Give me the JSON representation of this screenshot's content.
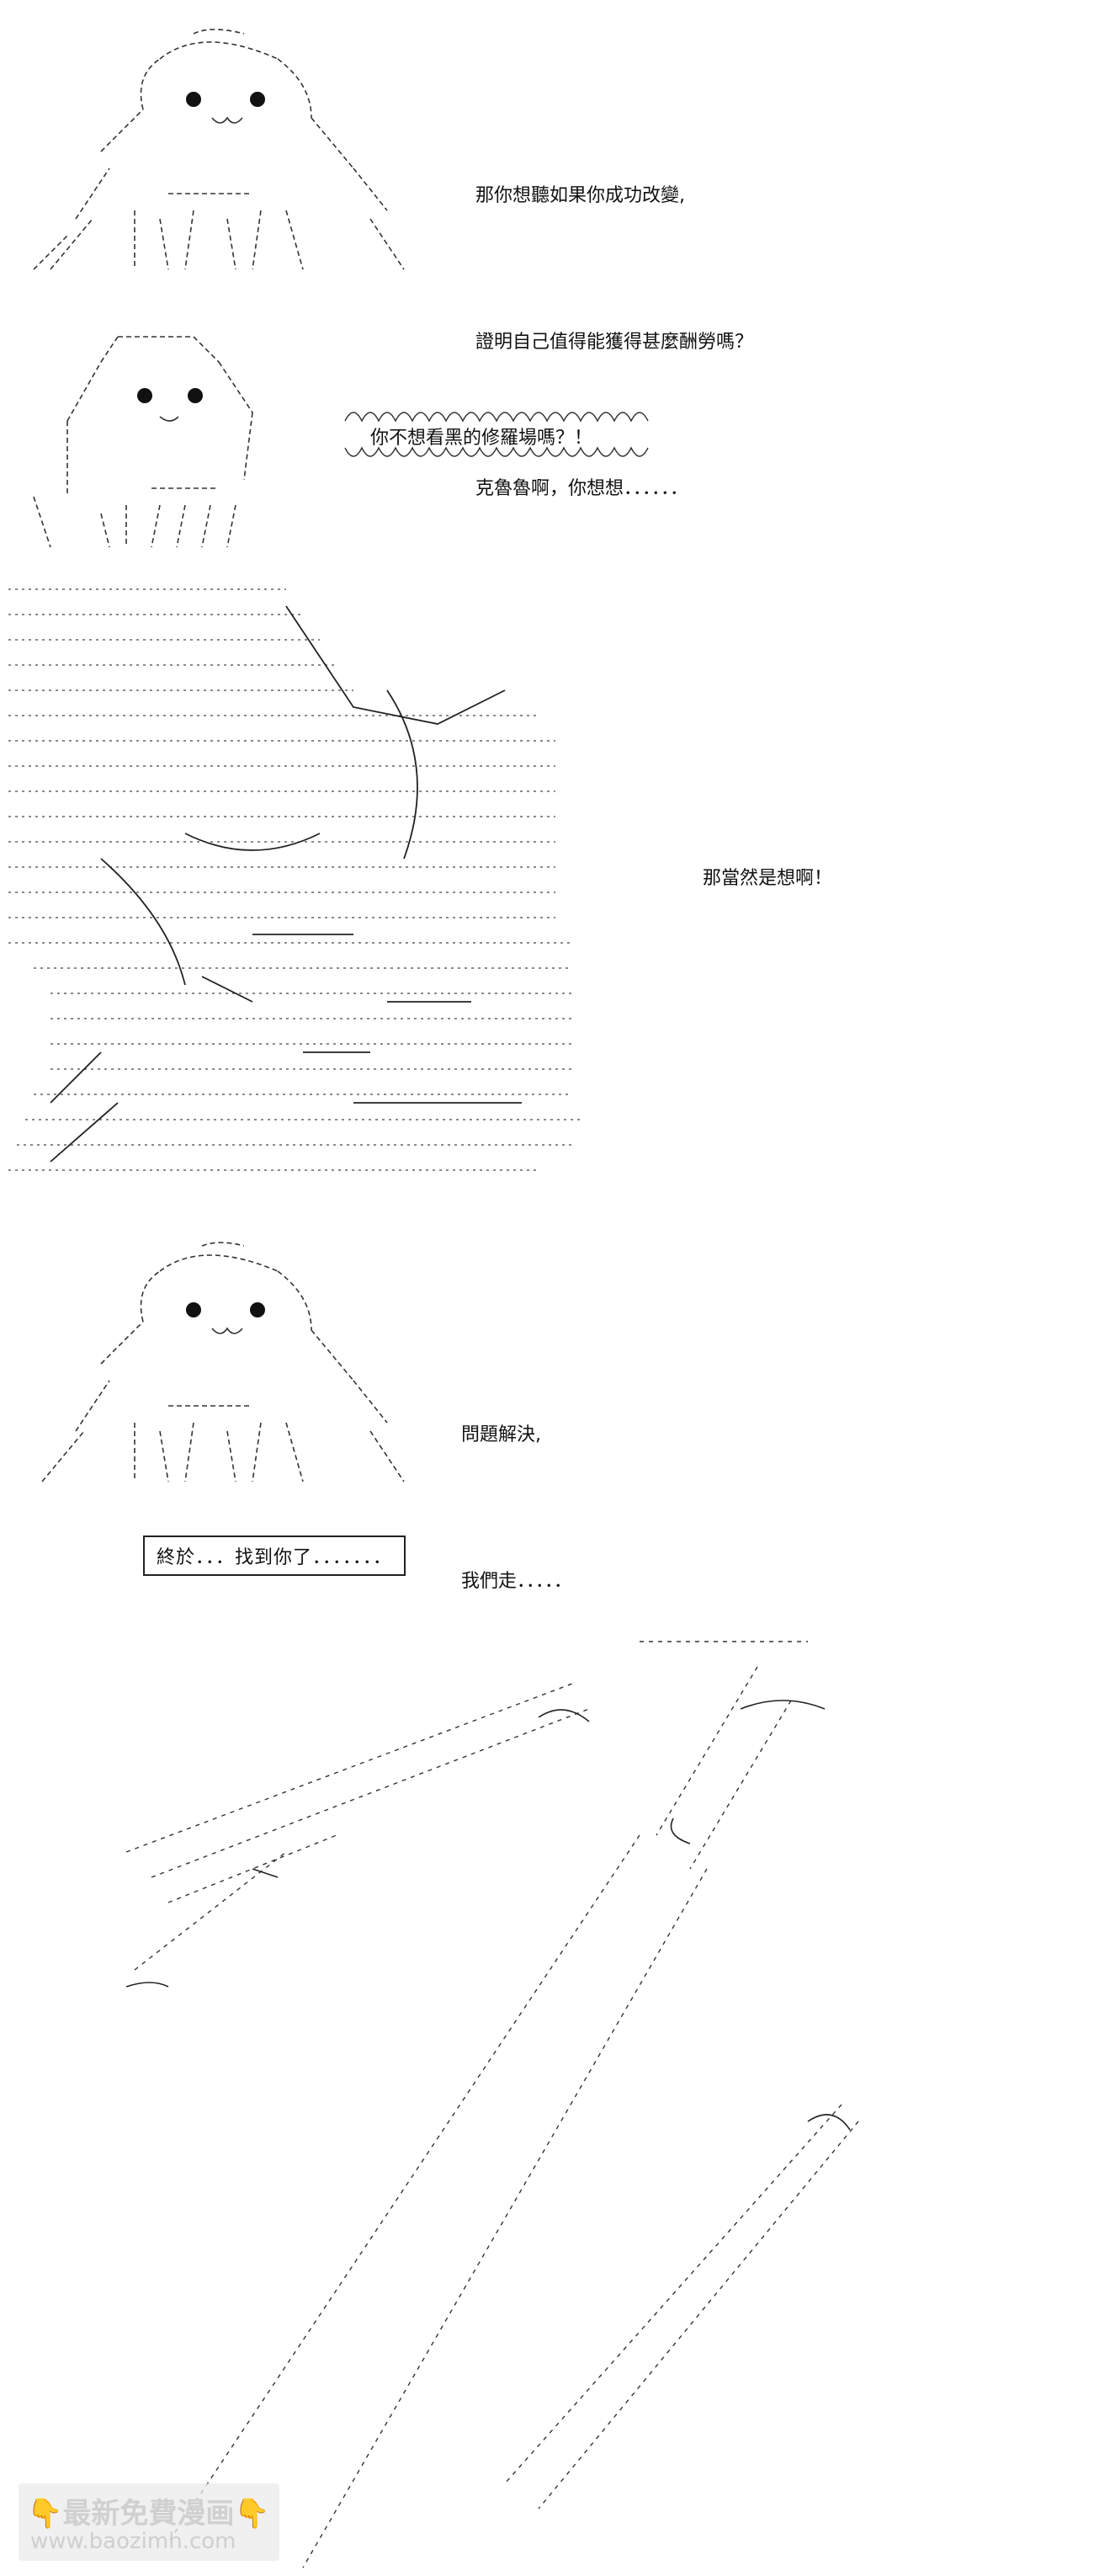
{
  "panel1": {
    "lines": [
      "那你想聽如果你成功改變,",
      "證明自己值得能獲得甚麼酬勞嗎？",
      "克魯魯啊，你想想．．．．．．"
    ]
  },
  "panel2": {
    "shout": "你不想看黑的修羅場嗎？！"
  },
  "panel3": {
    "line": "那當然是想啊！"
  },
  "panel4": {
    "lines": [
      "問題解決,",
      "我們走．．．．．"
    ]
  },
  "panel5": {
    "boxed": "終於．．．找到你了．．．．．．．"
  },
  "watermark": {
    "top": "最新免費漫画",
    "bottom": "www.baozimh.com"
  }
}
